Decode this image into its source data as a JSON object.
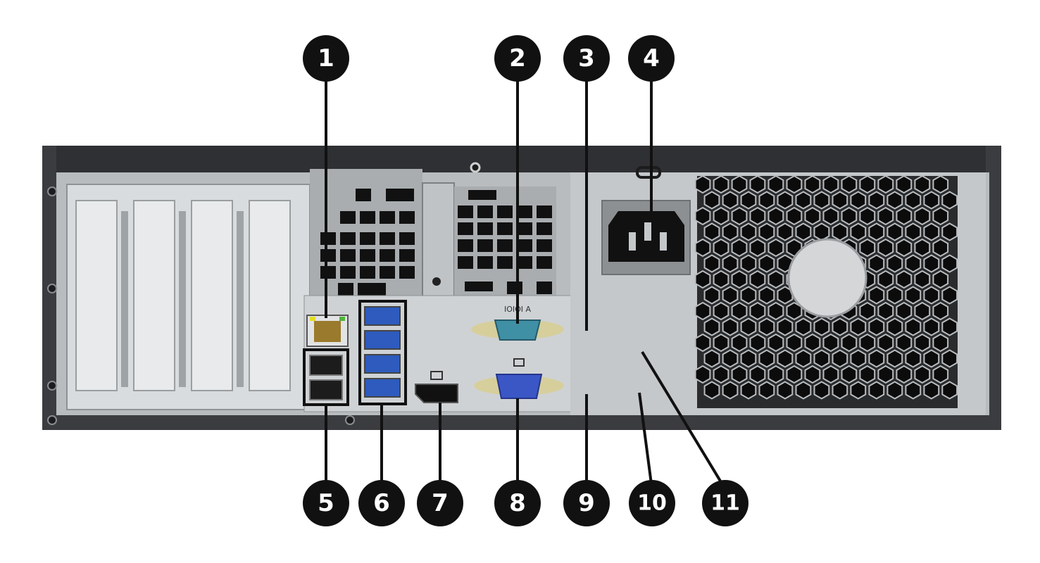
{
  "callouts": [
    {
      "label": "1",
      "position": "top"
    },
    {
      "label": "2",
      "position": "top"
    },
    {
      "label": "3",
      "position": "top"
    },
    {
      "label": "4",
      "position": "top"
    },
    {
      "label": "5",
      "position": "bottom"
    },
    {
      "label": "6",
      "position": "bottom"
    },
    {
      "label": "7",
      "position": "bottom"
    },
    {
      "label": "8",
      "position": "bottom"
    },
    {
      "label": "9",
      "position": "bottom"
    },
    {
      "label": "10",
      "position": "bottom"
    },
    {
      "label": "11",
      "position": "bottom"
    }
  ],
  "connector_marks": {
    "serial_label": "IOIOI A"
  },
  "colors": {
    "background": "#ffffff",
    "chassis": "#3a3c3f",
    "panel": "#c9ccce",
    "callout_fill": "#111111",
    "callout_text": "#ffffff",
    "serial_port": "#3f8fa5",
    "vga_port": "#3b57c6",
    "ps2_keyboard": "#8d6fc0",
    "ps2_mouse": "#7fc49b",
    "audio_line_in": "#4aa9d9",
    "audio_line_out": "#c5c33a",
    "usb3": "#2e5bbd"
  }
}
